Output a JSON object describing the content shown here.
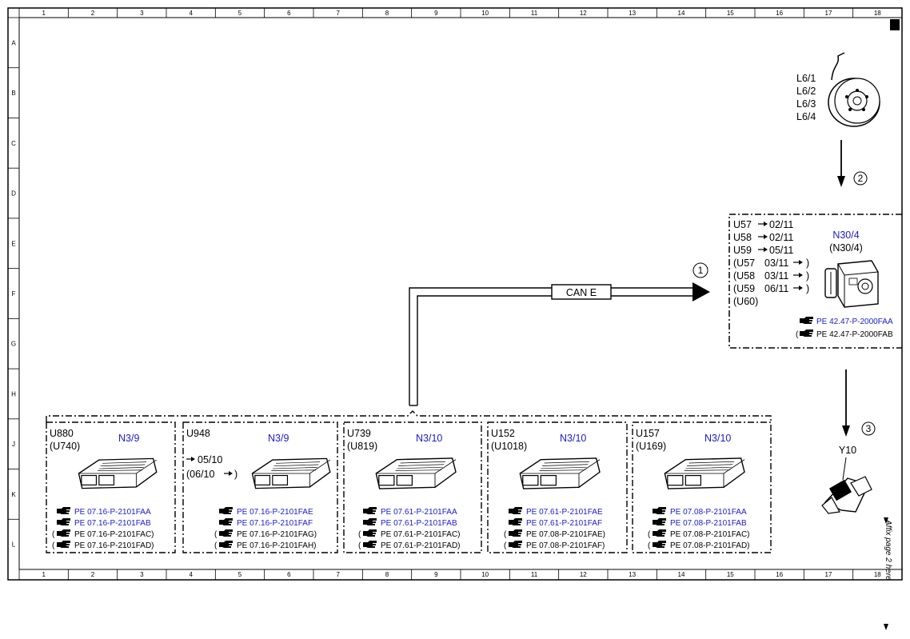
{
  "ruler": {
    "columns": [
      "1",
      "2",
      "3",
      "4",
      "5",
      "6",
      "7",
      "8",
      "9",
      "10",
      "11",
      "12",
      "13",
      "14",
      "15",
      "16",
      "17",
      "18"
    ],
    "rows": [
      "A",
      "B",
      "C",
      "D",
      "E",
      "F",
      "G",
      "H",
      "J",
      "K",
      "L"
    ]
  },
  "wheel": {
    "labels": [
      "L6/1",
      "L6/2",
      "L6/3",
      "L6/4"
    ]
  },
  "callouts": {
    "c1": "1",
    "c2": "2",
    "c3": "3"
  },
  "bus": {
    "label": "CAN E"
  },
  "abs": {
    "codes": [
      "U57",
      "U58",
      "U59",
      "(U57",
      "(U58",
      "(U59",
      "(U60)"
    ],
    "dates": [
      "02/11",
      "02/11",
      "05/11",
      "03/11",
      "03/11",
      "06/11"
    ],
    "close": [
      ")",
      ")",
      ")"
    ],
    "name": "N30/4",
    "alt": "(N30/4)",
    "refs": [
      "PE 42.47-P-2000FAA",
      "PE 42.47-P-2000FAB"
    ],
    "ref_close": ")",
    "ref_open": "("
  },
  "valve": {
    "label": "Y10"
  },
  "ecus": [
    {
      "code": "U880",
      "code2": "(U740)",
      "name": "N3/9",
      "refs": [
        "PE 07.16-P-2101FAA",
        "PE 07.16-P-2101FAB",
        "PE 07.16-P-2101FAC)",
        "PE 07.16-P-2101FAD)"
      ]
    },
    {
      "code": "U948",
      "code2": "",
      "name": "N3/9",
      "date1": "05/10",
      "date2": "(06/10",
      "refs": [
        "PE 07.16-P-2101FAE",
        "PE 07.16-P-2101FAF",
        "PE 07.16-P-2101FAG)",
        "PE 07.16-P-2101FAH)"
      ]
    },
    {
      "code": "U739",
      "code2": "(U819)",
      "name": "N3/10",
      "refs": [
        "PE 07.61-P-2101FAA",
        "PE 07.61-P-2101FAB",
        "PE 07.61-P-2101FAC)",
        "PE 07.61-P-2101FAD)"
      ]
    },
    {
      "code": "U152",
      "code2": "(U1018)",
      "name": "N3/10",
      "refs": [
        "PE 07.61-P-2101FAE",
        "PE 07.61-P-2101FAF",
        "PE 07.08-P-2101FAE)",
        "PE 07.08-P-2101FAF)"
      ]
    },
    {
      "code": "U157",
      "code2": "(U169)",
      "name": "N3/10",
      "refs": [
        "PE 07.08-P-2101FAA",
        "PE 07.08-P-2101FAB",
        "PE 07.08-P-2101FAC)",
        "PE 07.08-P-2101FAD)"
      ]
    }
  ],
  "margin_note": "Affix page 2 here",
  "colors": {
    "link": "#1a1ad6",
    "ink": "#000000"
  }
}
